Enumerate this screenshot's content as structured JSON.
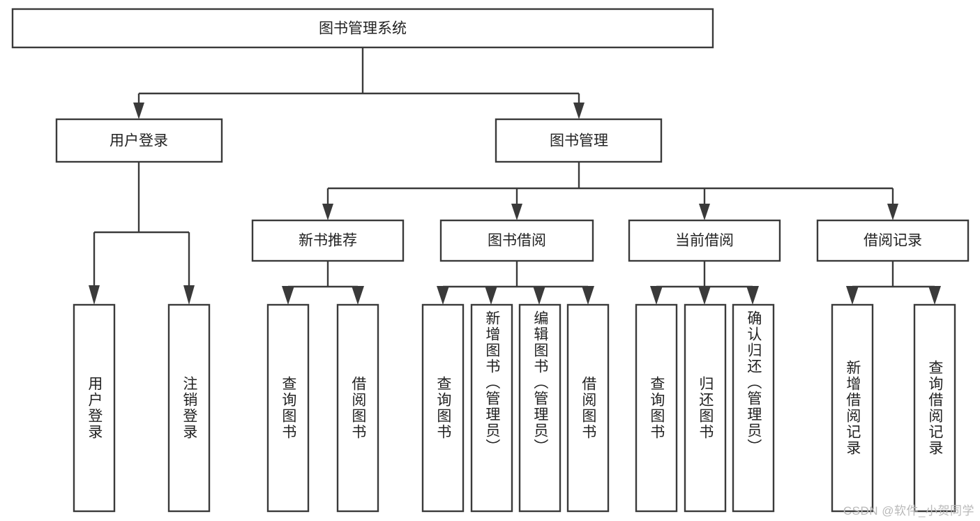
{
  "diagram": {
    "type": "hierarchy-tree",
    "title": "图书管理系统",
    "watermark": "CSDN @软件_小贺同学",
    "colors": {
      "stroke": "#3a3a3a",
      "fill": "#ffffff",
      "text": "#222222",
      "watermark": "#b9b9b9",
      "background": "#ffffff"
    },
    "root": {
      "label": "图书管理系统"
    },
    "level2": [
      {
        "label": "用户登录"
      },
      {
        "label": "图书管理"
      }
    ],
    "level3": [
      {
        "label": "新书推荐"
      },
      {
        "label": "图书借阅"
      },
      {
        "label": "当前借阅"
      },
      {
        "label": "借阅记录"
      }
    ],
    "leaves": {
      "user_login": [
        {
          "label": "用户登录"
        },
        {
          "label": "注销登录"
        }
      ],
      "new_book_recommend": [
        {
          "label": "查询图书"
        },
        {
          "label": "借阅图书"
        }
      ],
      "book_borrow": [
        {
          "label": "查询图书"
        },
        {
          "label": "新增图书（管理员）"
        },
        {
          "label": "编辑图书（管理员）"
        },
        {
          "label": "借阅图书"
        }
      ],
      "current_borrow": [
        {
          "label": "查询图书"
        },
        {
          "label": "归还图书"
        },
        {
          "label": "确认归还（管理员）"
        }
      ],
      "borrow_records": [
        {
          "label": "新增借阅记录"
        },
        {
          "label": "查询借阅记录"
        }
      ]
    }
  }
}
